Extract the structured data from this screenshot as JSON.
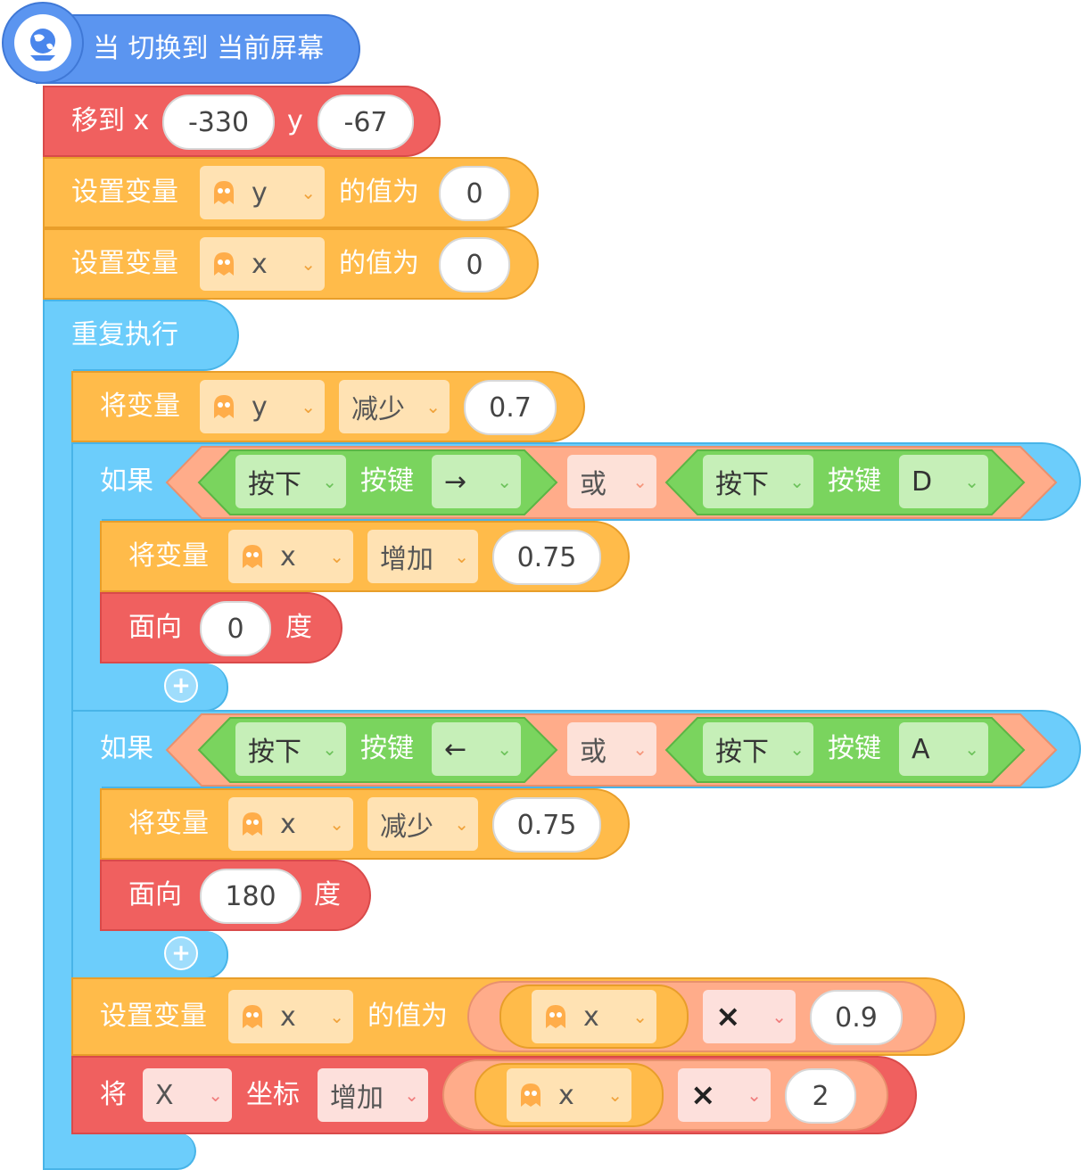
{
  "script": {
    "hat": {
      "label": "当 切换到 当前屏幕",
      "icon": "stage-globe-icon"
    },
    "move_to": {
      "label": "移到 x",
      "x": "-330",
      "y_label": "y",
      "y": "-67"
    },
    "set_y": {
      "label": "设置变量",
      "var": "y",
      "label2": "的值为",
      "value": "0"
    },
    "set_x": {
      "label": "设置变量",
      "var": "x",
      "label2": "的值为",
      "value": "0"
    },
    "forever": {
      "label": "重复执行"
    },
    "change_y": {
      "label": "将变量",
      "var": "y",
      "op": "减少",
      "value": "0.7"
    },
    "if1": {
      "label": "如果",
      "left": {
        "press": "按下",
        "key_label": "按键",
        "key": "→"
      },
      "or": "或",
      "right": {
        "press": "按下",
        "key_label": "按键",
        "key": "D"
      },
      "change": {
        "label": "将变量",
        "var": "x",
        "op": "增加",
        "value": "0.75"
      },
      "face": {
        "label": "面向",
        "value": "0",
        "unit": "度"
      }
    },
    "if2": {
      "label": "如果",
      "left": {
        "press": "按下",
        "key_label": "按键",
        "key": "←"
      },
      "or": "或",
      "right": {
        "press": "按下",
        "key_label": "按键",
        "key": "A"
      },
      "change": {
        "label": "将变量",
        "var": "x",
        "op": "减少",
        "value": "0.75"
      },
      "face": {
        "label": "面向",
        "value": "180",
        "unit": "度"
      }
    },
    "set_x_mul": {
      "label": "设置变量",
      "var": "x",
      "label2": "的值为",
      "inner_var": "x",
      "op": "×",
      "value": "0.9"
    },
    "change_xcoord": {
      "label": "将",
      "axis": "X",
      "coord_label": "坐标",
      "op": "增加",
      "inner_var": "x",
      "mul": "×",
      "value": "2"
    }
  },
  "colors": {
    "event": "#5b95f0",
    "motion": "#f0605f",
    "variables": "#ffbb4a",
    "control": "#6ccdfb",
    "operators": "#ffac8a",
    "sensing": "#7ad45e"
  }
}
